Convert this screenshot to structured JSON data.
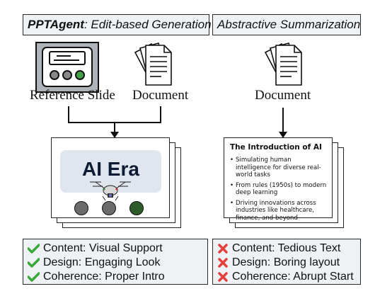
{
  "left": {
    "header_bold": "PPTAgent",
    "header_rest": ": Edit-based Generation",
    "inputs": [
      {
        "label": "Reference Slide",
        "icon": "slide-template-icon"
      },
      {
        "label": "Document",
        "icon": "document-stack-icon"
      }
    ],
    "slide_title": "AI Era",
    "slide_image_icon": "drone-icon",
    "slide_circle_colors": [
      "#6b6b6b",
      "#6b6b6b",
      "#2f5a2a"
    ],
    "results": [
      {
        "text": "Content: Visual Support",
        "status": "check"
      },
      {
        "text": "Design: Engaging Look",
        "status": "check"
      },
      {
        "text": "Coherence: Proper Intro",
        "status": "check"
      }
    ]
  },
  "right": {
    "header": "Abstractive Summarization",
    "inputs": [
      {
        "label": "Document",
        "icon": "document-stack-icon"
      }
    ],
    "slide_title": "The Introduction of AI",
    "bullets": [
      "Simulating human intelligence for diverse real-world tasks",
      "From rules (1950s) to modern deep learning",
      "Driving innovations across industries like healthcare, finance, and beyond"
    ],
    "results": [
      {
        "text": "Content: Tedious Text",
        "status": "cross"
      },
      {
        "text": "Design: Boring layout",
        "status": "cross"
      },
      {
        "text": "Coherence: Abrupt Start",
        "status": "cross"
      }
    ]
  },
  "colors": {
    "check": "#3aa83a",
    "cross": "#e0413b",
    "panel": "#eef2f4",
    "slide_accent": "#dfe6ee"
  }
}
